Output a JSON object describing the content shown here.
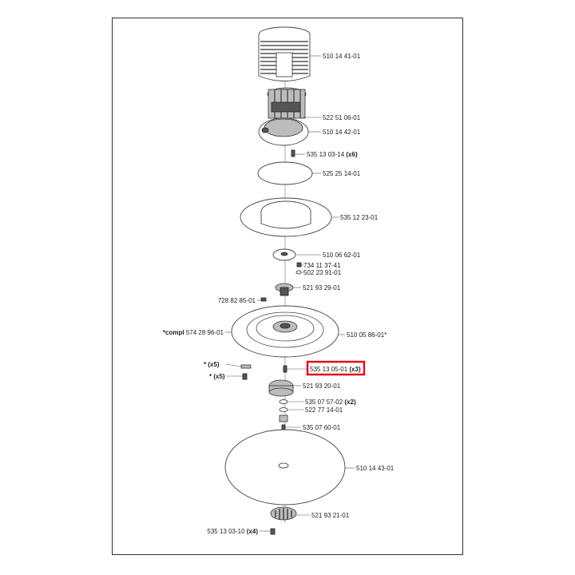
{
  "parts": {
    "p1": {
      "number": "510 14 41-01",
      "qty": ""
    },
    "p2": {
      "number": "522 51 06-01",
      "qty": ""
    },
    "p3": {
      "number": "510 14 42-01",
      "qty": ""
    },
    "p4": {
      "number": "535 13 03-14",
      "qty": "(x6)"
    },
    "p5": {
      "number": "525 25 14-01",
      "qty": ""
    },
    "p6": {
      "number": "535 12 23-01",
      "qty": ""
    },
    "p7": {
      "number": "510 06 62-01",
      "qty": ""
    },
    "p8": {
      "number": "734 11 37-41",
      "qty": ""
    },
    "p9": {
      "number": "502 23 91-01",
      "qty": ""
    },
    "p10": {
      "number": "521 93 29-01",
      "qty": ""
    },
    "p11": {
      "number": "728 82 85-01",
      "qty": ""
    },
    "p12": {
      "prefix": "*compl",
      "number": "574 28 96-01"
    },
    "p13": {
      "number": "510 05 86-01*",
      "qty": ""
    },
    "p14": {
      "number": "535 13 05-01",
      "qty": "(x3)",
      "highlighted": true
    },
    "p15": {
      "prefix": "*",
      "qty": "(x5)"
    },
    "p16": {
      "prefix": "*",
      "qty": "(x5)"
    },
    "p17": {
      "number": "521 93 20-01",
      "qty": ""
    },
    "p18": {
      "number": "535 07 57-02",
      "qty": "(x2)"
    },
    "p19": {
      "number": "522 77 14-01",
      "qty": ""
    },
    "p20": {
      "number": "535 07 60-01",
      "qty": ""
    },
    "p21": {
      "number": "510 14 43-01",
      "qty": ""
    },
    "p22": {
      "number": "521 93 21-01",
      "qty": ""
    },
    "p23": {
      "number": "535 13 03-10",
      "qty": "(x4)"
    }
  },
  "colors": {
    "highlight": "#e0101b",
    "line": "#444444",
    "shade": "#bcbcbc"
  }
}
